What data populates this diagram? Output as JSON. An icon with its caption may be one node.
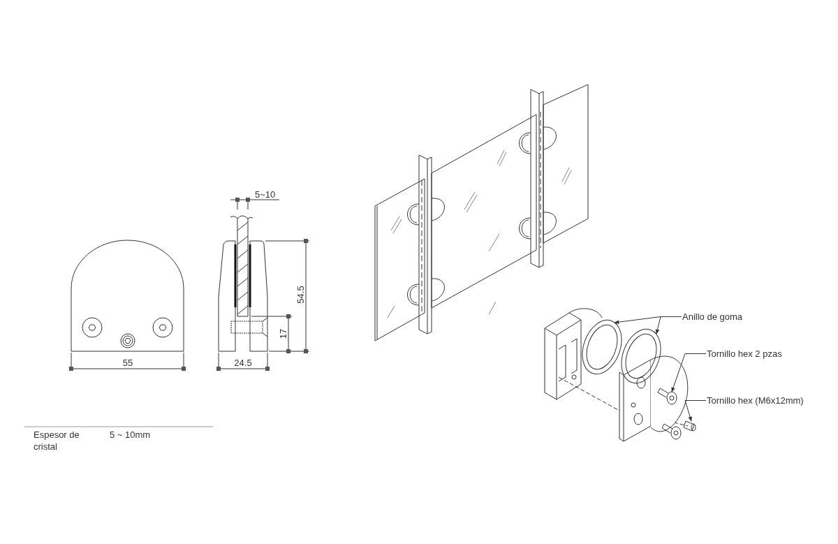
{
  "diagram": {
    "nodes": [
      {
        "text": [
          "Anillo de goma"
        ]
      },
      {
        "text": [],
        "shape": "picture"
      },
      {
        "text": [],
        "shape": "picture"
      },
      {
        "text": [
          "Tornillo hex 2 pzas"
        ]
      },
      {
        "text": [],
        "shape": "picture"
      },
      {
        "text": [
          "Tornillo hex (M6x12mm)"
        ]
      },
      {
        "text": [],
        "shape": "picture"
      }
    ],
    "edges": [
      {
        "from": 0,
        "to": 1,
        "arrow": "to"
      },
      {
        "from": 0,
        "to": 2,
        "arrow": "to"
      },
      {
        "from": 3,
        "to": 4,
        "arrow": "to"
      },
      {
        "from": 5,
        "to": 6,
        "arrow": "to"
      }
    ],
    "labels": [
      "5~10",
      "54.5",
      "17",
      "55",
      "24.5",
      "Espesor de cristal",
      "5 ~ 10mm"
    ]
  }
}
